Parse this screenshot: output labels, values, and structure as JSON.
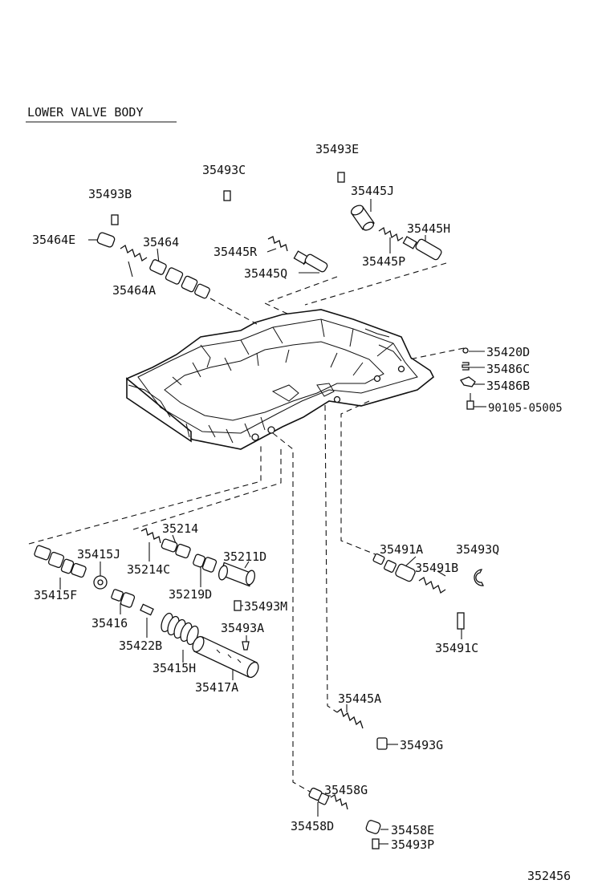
{
  "title": "LOWER VALVE BODY",
  "figure_number": "352456",
  "parts": {
    "p35493E": "35493E",
    "p35493C": "35493C",
    "p35445J": "35445J",
    "p35493B": "35493B",
    "p35445H": "35445H",
    "p35464E": "35464E",
    "p35464": "35464",
    "p35445R": "35445R",
    "p35445P": "35445P",
    "p35445Q": "35445Q",
    "p35464A": "35464A",
    "p35420D": "35420D",
    "p35486C": "35486C",
    "p35486B": "35486B",
    "p90105": "90105-05005",
    "p35214": "35214",
    "p35415J": "35415J",
    "p35211D": "35211D",
    "p35214C": "35214C",
    "p35219D": "35219D",
    "p35415F": "35415F",
    "p35493M": "35493M",
    "p35416": "35416",
    "p35493A": "35493A",
    "p35422B": "35422B",
    "p35415H": "35415H",
    "p35417A": "35417A",
    "p35491A": "35491A",
    "p35493Q": "35493Q",
    "p35491B": "35491B",
    "p35491C": "35491C",
    "p35445A": "35445A",
    "p35493G": "35493G",
    "p35458G": "35458G",
    "p35458D": "35458D",
    "p35458E": "35458E",
    "p35493P": "35493P"
  }
}
